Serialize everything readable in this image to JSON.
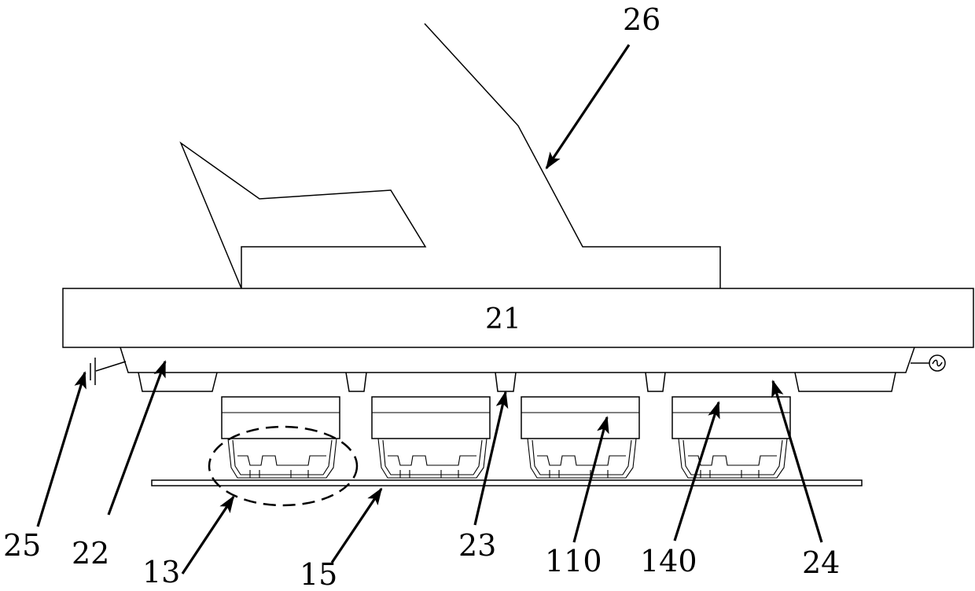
{
  "labels": {
    "l26": "26",
    "l21": "21",
    "l25": "25",
    "l22": "22",
    "l13": "13",
    "l15": "15",
    "l23": "23",
    "l110": "110",
    "l140": "140",
    "l24": "24"
  }
}
